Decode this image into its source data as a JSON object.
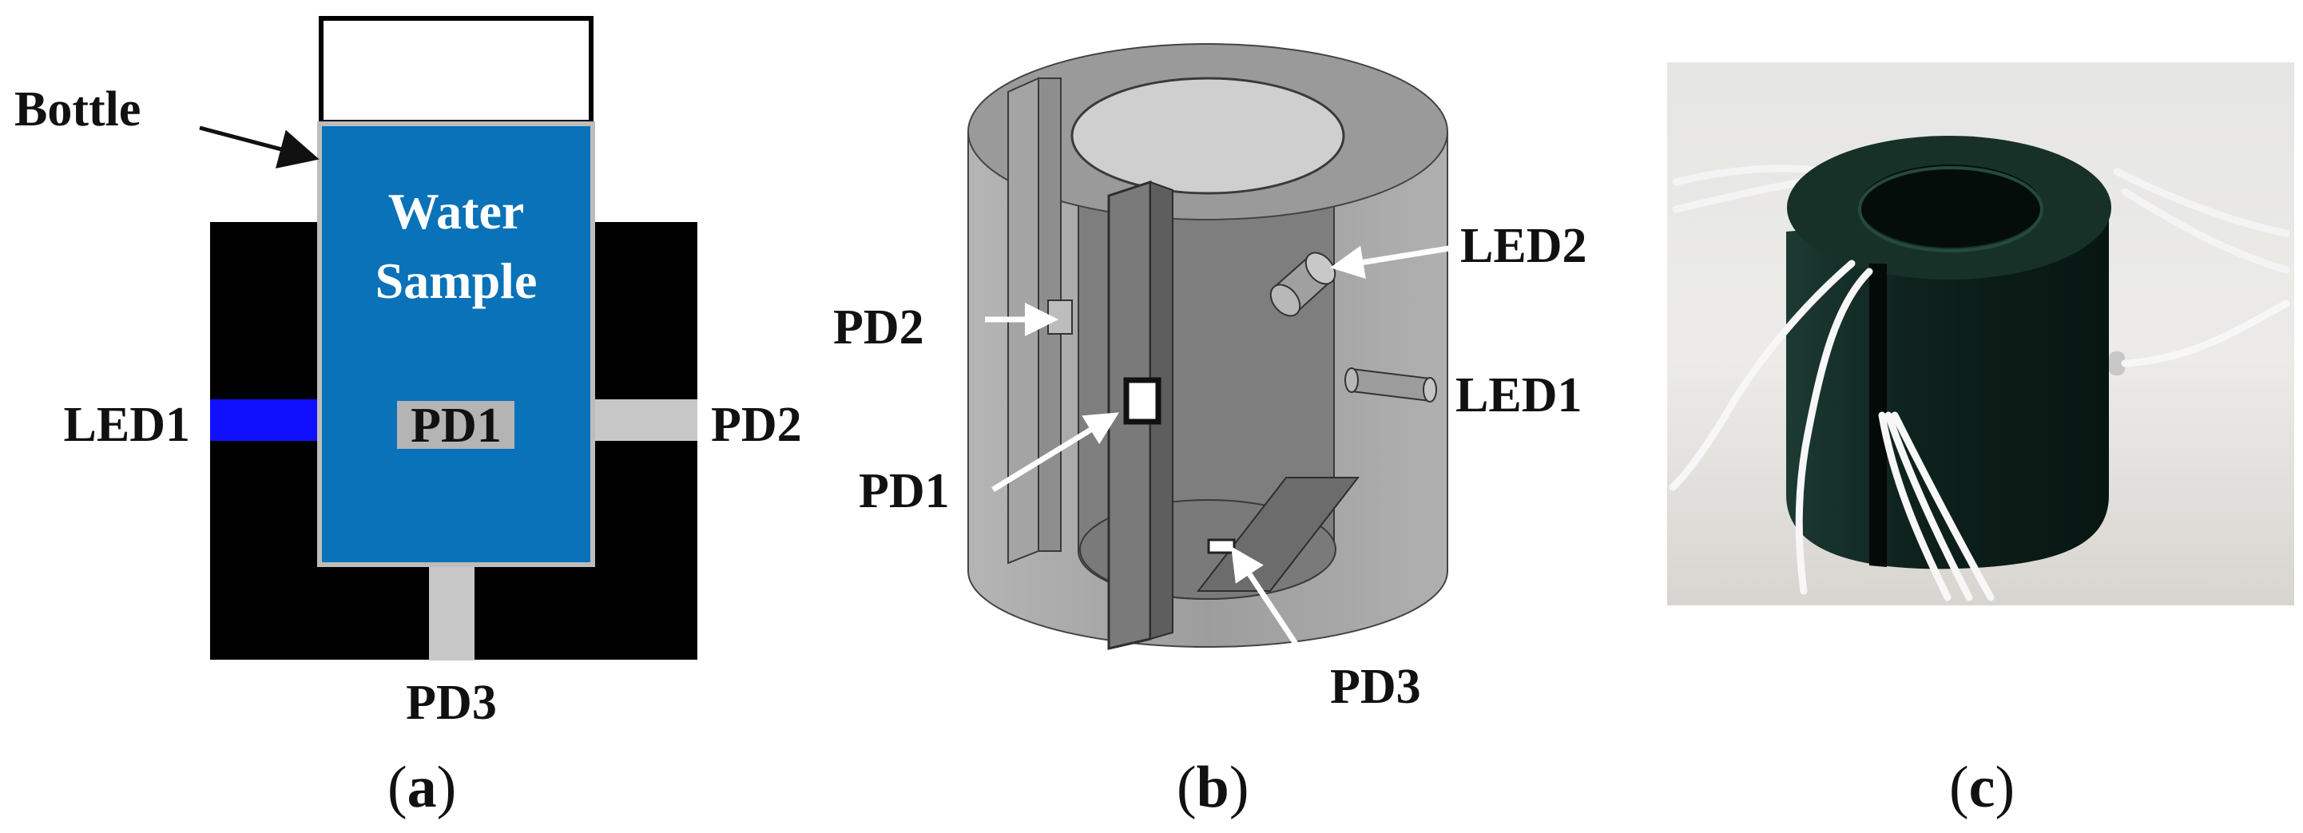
{
  "panel_a": {
    "bottle_label": "Bottle",
    "water_line1": "Water",
    "water_line2": "Sample",
    "led1": "LED1",
    "pd1": "PD1",
    "pd2": "PD2",
    "pd3": "PD3",
    "caption_open": "(",
    "caption_letter": "a",
    "caption_close": ")"
  },
  "panel_b": {
    "pd2": "PD2",
    "pd1": "PD1",
    "pd3": "PD3",
    "led2": "LED2",
    "led1": "LED1",
    "caption_open": "(",
    "caption_letter": "b",
    "caption_close": ")"
  },
  "panel_c": {
    "caption_open": "(",
    "caption_letter": "c",
    "caption_close": ")"
  },
  "colors": {
    "water": "#0a72b8",
    "led": "#1010ff",
    "holder": "#000000",
    "port": "#c8c8c8",
    "printed_part": "#102822",
    "render_gray": "#8a8a8a"
  }
}
